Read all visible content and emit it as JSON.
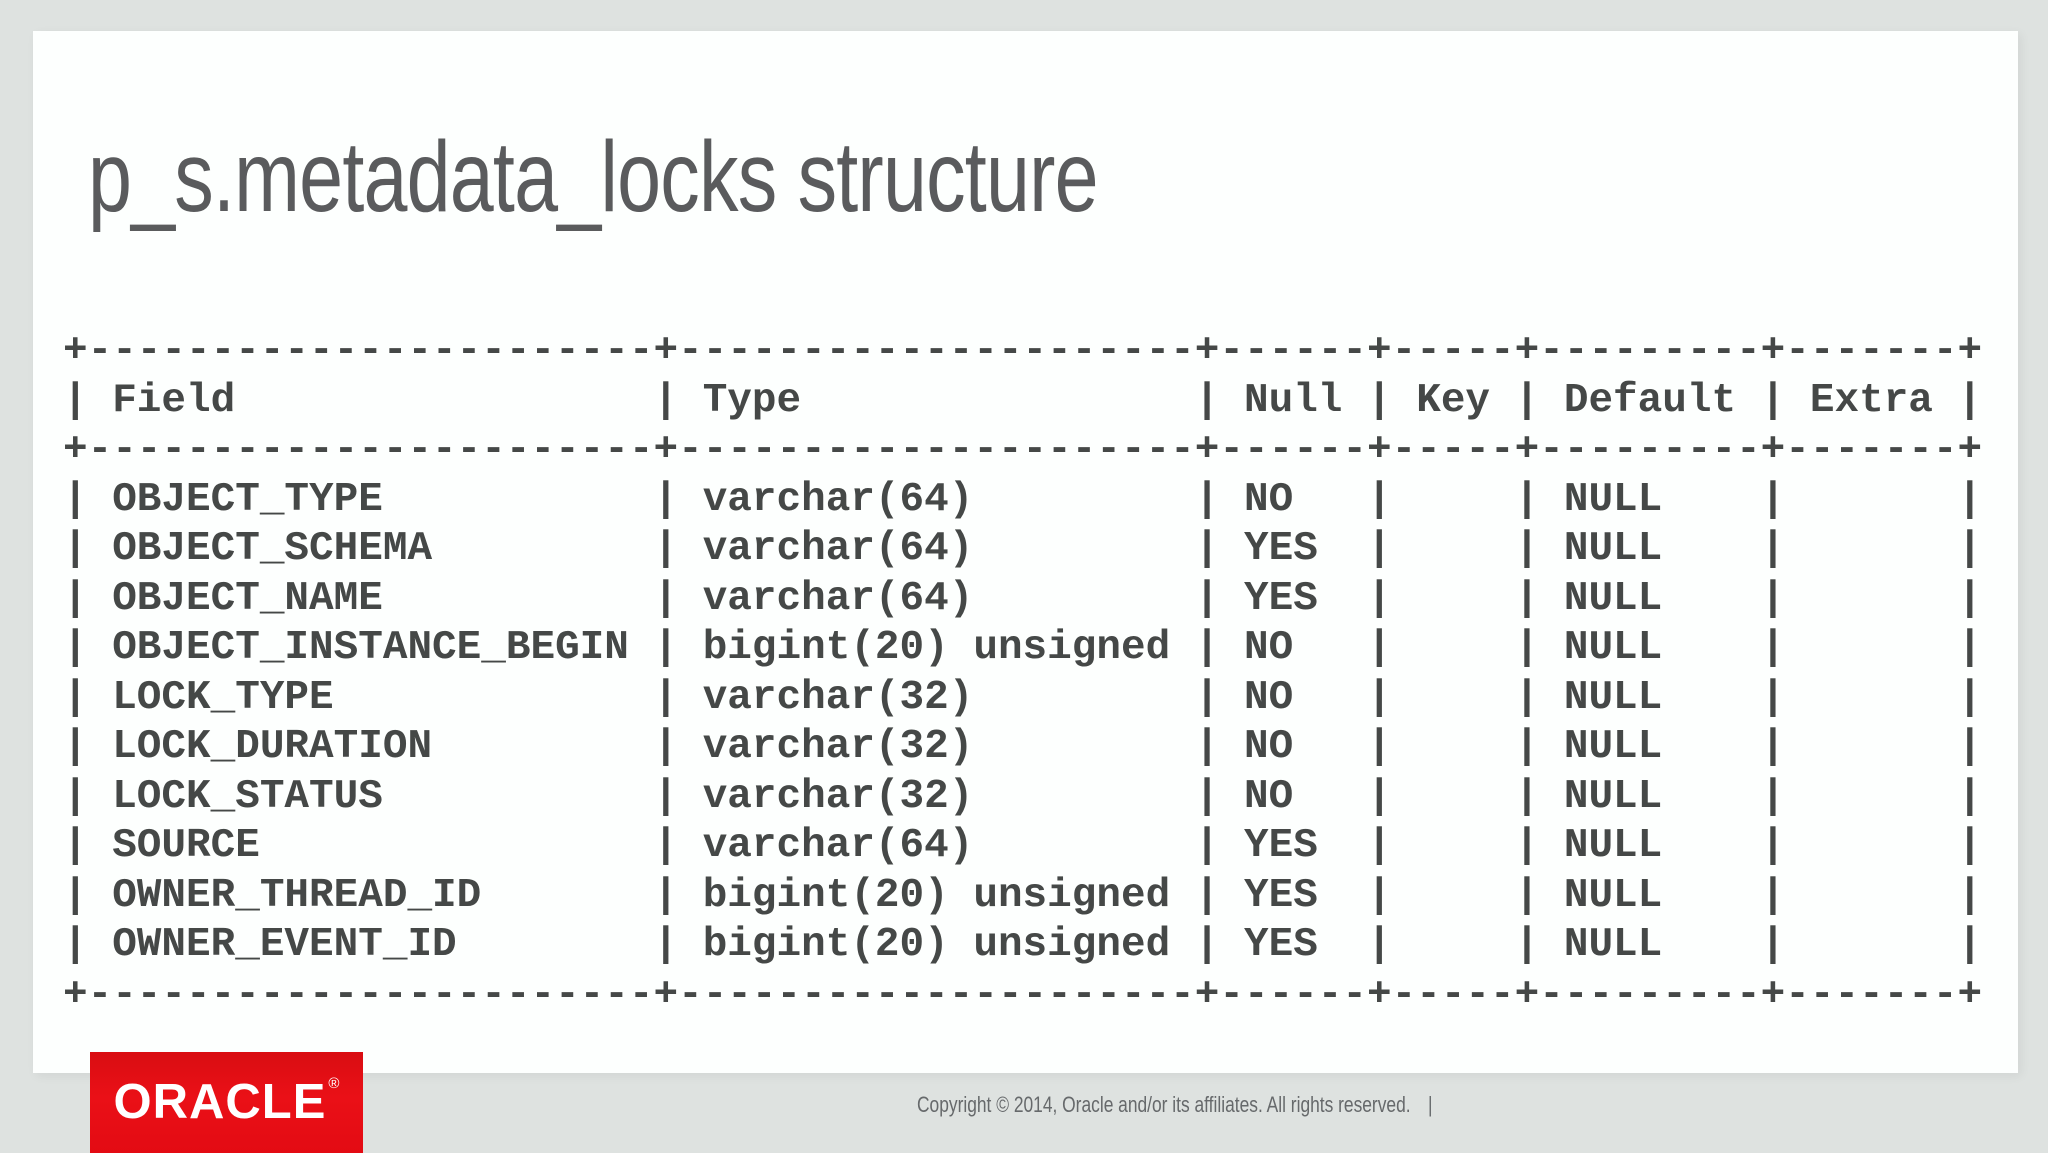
{
  "slide": {
    "title": "p_s.metadata_locks structure"
  },
  "schema_table": {
    "columns": [
      "Field",
      "Type",
      "Null",
      "Key",
      "Default",
      "Extra"
    ],
    "rows": [
      [
        "OBJECT_TYPE",
        "varchar(64)",
        "NO",
        "",
        "NULL",
        ""
      ],
      [
        "OBJECT_SCHEMA",
        "varchar(64)",
        "YES",
        "",
        "NULL",
        ""
      ],
      [
        "OBJECT_NAME",
        "varchar(64)",
        "YES",
        "",
        "NULL",
        ""
      ],
      [
        "OBJECT_INSTANCE_BEGIN",
        "bigint(20) unsigned",
        "NO",
        "",
        "NULL",
        ""
      ],
      [
        "LOCK_TYPE",
        "varchar(32)",
        "NO",
        "",
        "NULL",
        ""
      ],
      [
        "LOCK_DURATION",
        "varchar(32)",
        "NO",
        "",
        "NULL",
        ""
      ],
      [
        "LOCK_STATUS",
        "varchar(32)",
        "NO",
        "",
        "NULL",
        ""
      ],
      [
        "SOURCE",
        "varchar(64)",
        "YES",
        "",
        "NULL",
        ""
      ],
      [
        "OWNER_THREAD_ID",
        "bigint(20) unsigned",
        "YES",
        "",
        "NULL",
        ""
      ],
      [
        "OWNER_EVENT_ID",
        "bigint(20) unsigned",
        "YES",
        "",
        "NULL",
        ""
      ]
    ]
  },
  "footer": {
    "logo_text": "ORACLE",
    "logo_mark": "®",
    "copyright": "Copyright © 2014, Oracle and/or its affiliates. All rights reserved.",
    "separator": "|"
  },
  "colors": {
    "background": "#dee2e0",
    "slide_background": "#fdfffe",
    "title_text": "#5a5b5d",
    "table_text": "#454847",
    "oracle_red": "#e30b13",
    "footer_text": "#66696b"
  }
}
